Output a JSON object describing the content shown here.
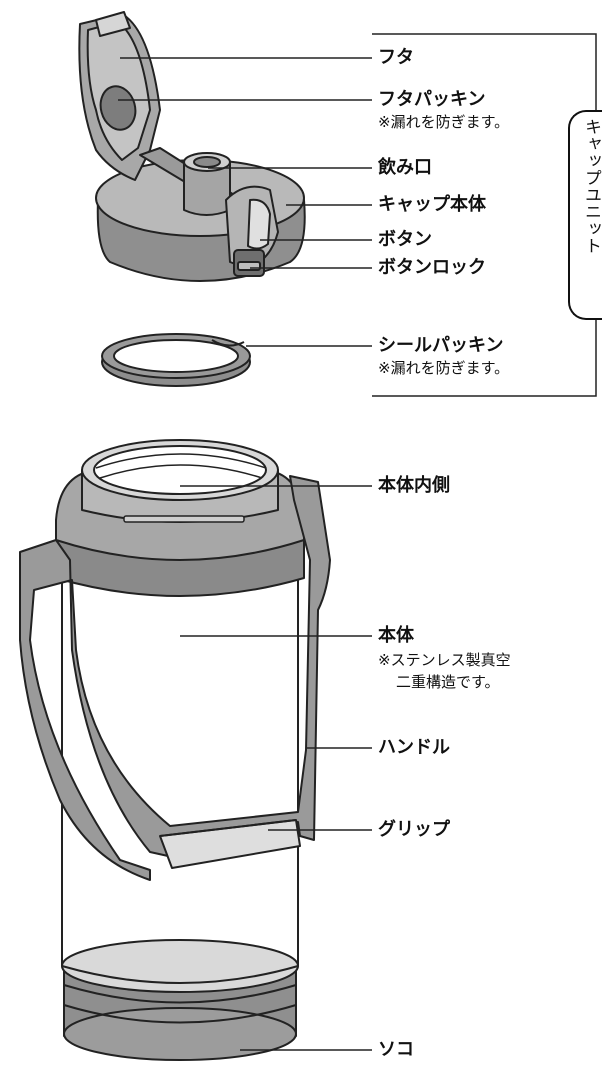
{
  "labels": {
    "futa": "フタ",
    "futa_packing": "フタパッキン",
    "futa_packing_note": "※漏れを防ぎます。",
    "nomiguchi": "飲み口",
    "cap_body": "キャップ本体",
    "button": "ボタン",
    "button_lock": "ボタンロック",
    "seal_packing": "シールパッキン",
    "seal_packing_note": "※漏れを防ぎます。",
    "body_inner": "本体内側",
    "body": "本体",
    "body_note_1": "※ステンレス製真空",
    "body_note_2": "二重構造です。",
    "handle": "ハンドル",
    "grip": "グリップ",
    "soko": "ソコ"
  },
  "cap_unit_label": "キャップユニット"
}
